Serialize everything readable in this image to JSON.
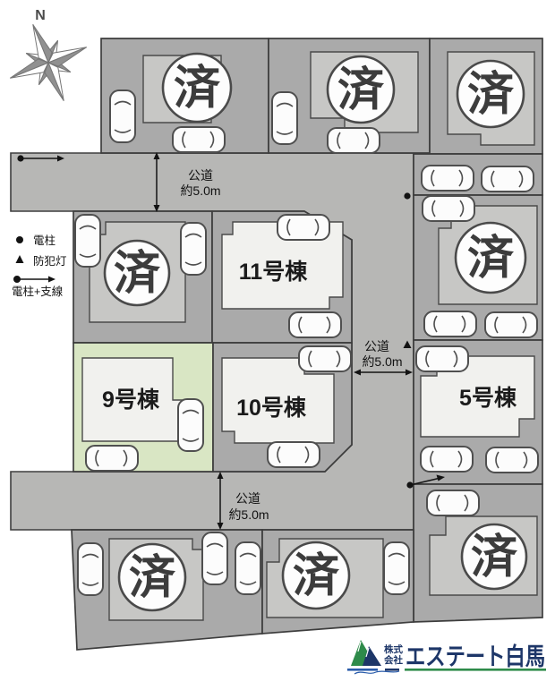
{
  "map": {
    "compass_label": "N",
    "sold_mark": "済",
    "lots": [
      {
        "label": "11号棟"
      },
      {
        "label": "9号棟"
      },
      {
        "label": "10号棟"
      },
      {
        "label": "5号棟"
      }
    ],
    "roads": [
      {
        "label_line1": "公道",
        "label_line2": "約5.0m"
      },
      {
        "label_line1": "公道",
        "label_line2": "約5.0m"
      },
      {
        "label_line1": "公道",
        "label_line2": "約5.0m"
      }
    ],
    "legend": [
      {
        "symbol": "power-pole-dot",
        "label": "電柱"
      },
      {
        "symbol": "security-light-triangle",
        "label": "防犯灯"
      },
      {
        "symbol": "pole-with-guy-wire",
        "label": "電柱+支線"
      }
    ]
  },
  "logo": {
    "company_type_line1": "株式",
    "company_type_line2": "会社",
    "company_name": "エステート白馬"
  },
  "colors": {
    "road": "#b7b7b5",
    "lot": "#aaaaaa",
    "green_lot": "#d9e6c4",
    "building": "#f1f1ee",
    "sold_building": "#c7c7c5",
    "outline": "#3d3d3d",
    "logo_navy": "#1d3668",
    "logo_green": "#2e8b4a",
    "logo_blue": "#2a5caa"
  }
}
